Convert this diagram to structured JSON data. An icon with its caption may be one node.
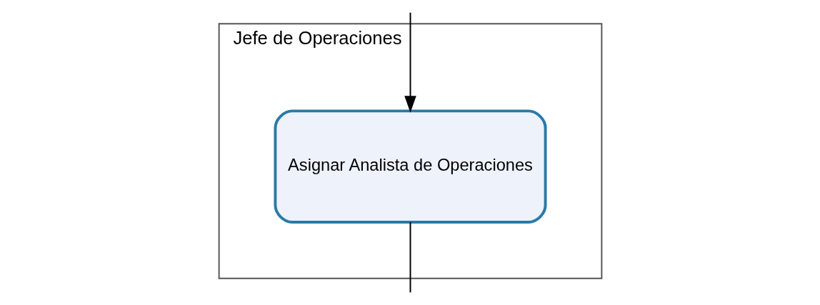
{
  "diagram": {
    "nodes": [
      {
        "text": [
          "Jefe de Operaciones"
        ]
      },
      {
        "text": [
          "Asignar Analista de Operaciones"
        ],
        "in": 0
      }
    ],
    "edges": [
      {
        "from": null,
        "to": 1,
        "arrow": "to"
      },
      {
        "from": 1,
        "to": null,
        "arrow": "none"
      }
    ]
  }
}
